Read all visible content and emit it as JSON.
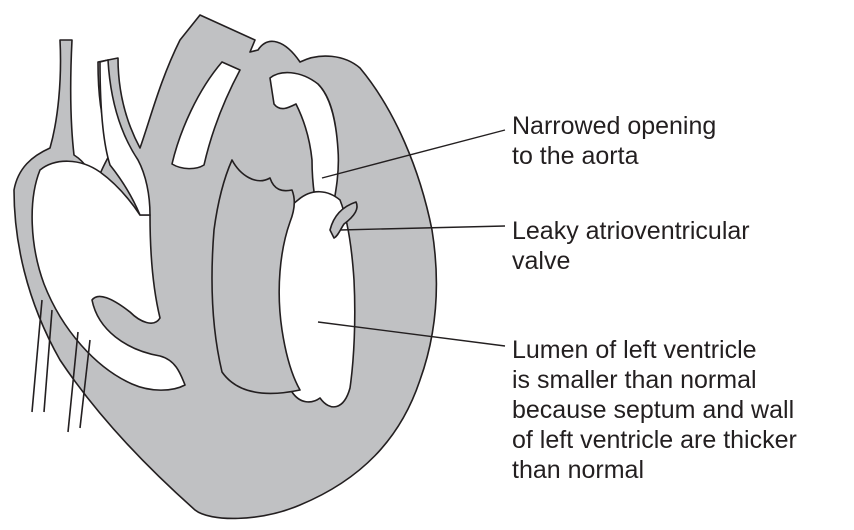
{
  "diagram": {
    "colors": {
      "tissue_fill": "#c0c1c3",
      "outline": "#231f20",
      "background": "#ffffff"
    },
    "labels": {
      "aorta_opening": [
        "Narrowed opening",
        "to the aorta"
      ],
      "av_valve": [
        "Leaky atrioventricular",
        "valve"
      ],
      "lumen": [
        "Lumen of left ventricle",
        "is smaller than normal",
        "because septum and wall",
        "of left ventricle are thicker",
        "than normal"
      ]
    }
  }
}
